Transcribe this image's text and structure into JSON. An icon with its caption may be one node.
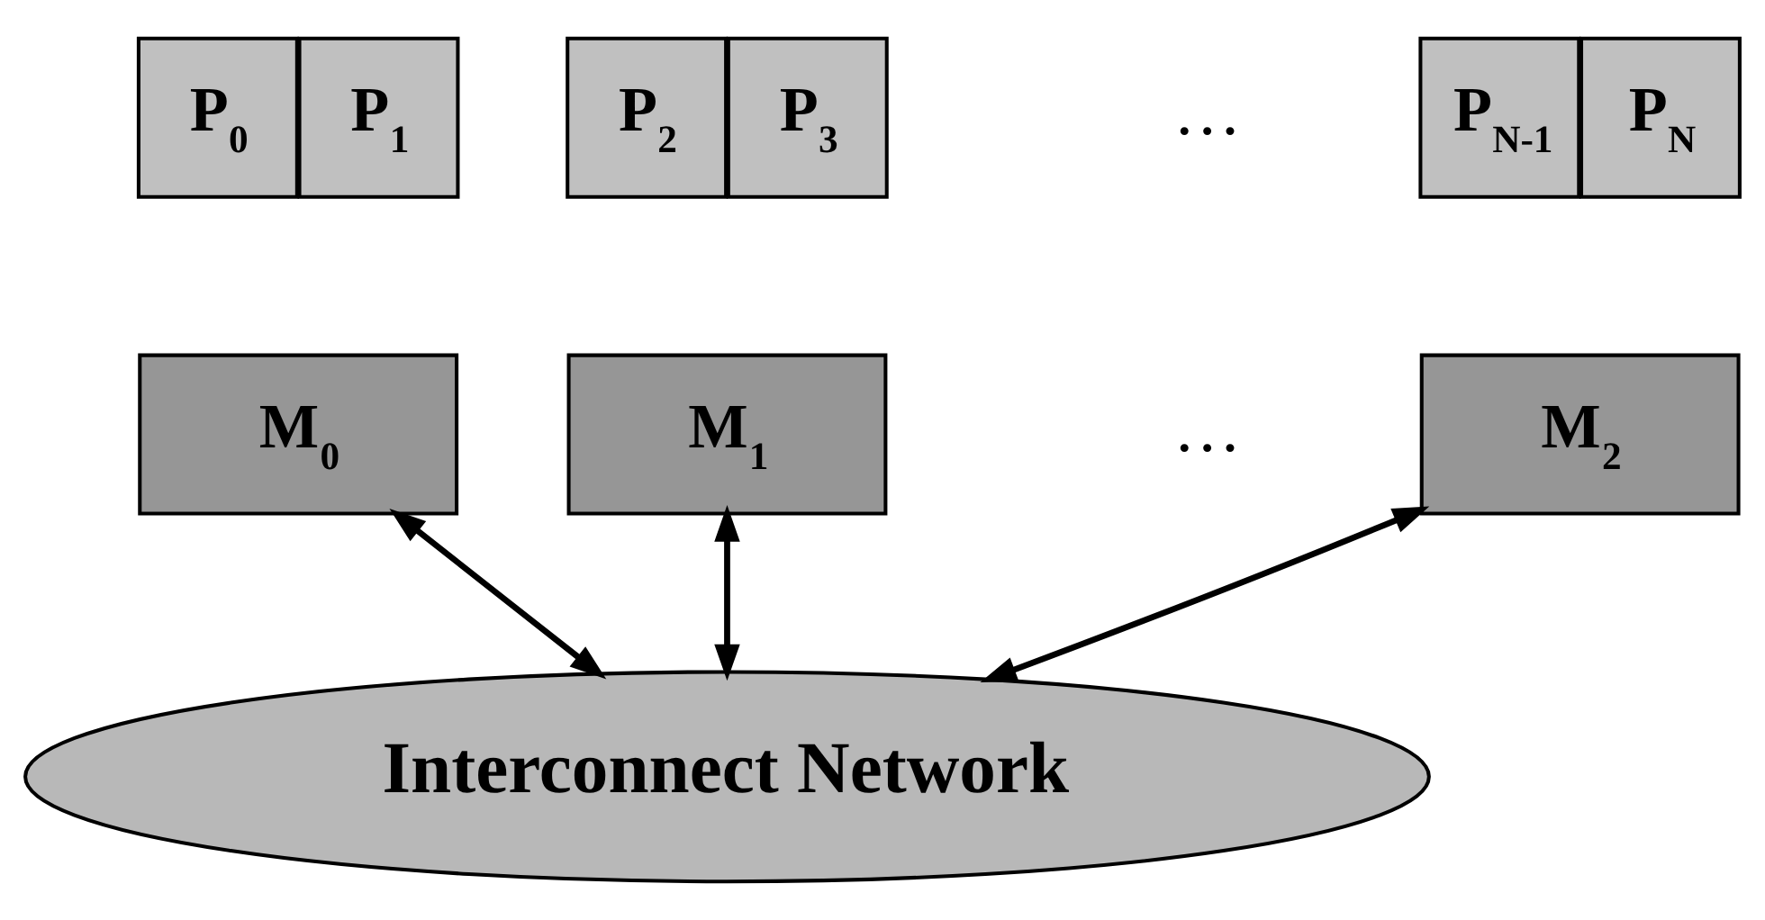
{
  "diagram": {
    "nodes": [
      {
        "text": [
          "P$_{0}$"
        ]
      },
      {
        "text": [
          "P$_{1}$"
        ]
      },
      {
        "text": [
          "M$_{0}$"
        ]
      },
      {
        "text": [
          "P$_{2}$"
        ]
      },
      {
        "text": [
          "P$_{3}$"
        ]
      },
      {
        "text": [
          "M$_{1}$"
        ]
      },
      {
        "text": [
          "P$_{N-1}$"
        ]
      },
      {
        "text": [
          "P$_{N}$"
        ]
      },
      {
        "text": [
          "M$_{2}$"
        ]
      },
      {
        "text": [
          "Interconnect Network"
        ]
      }
    ],
    "edges": [
      {
        "from": 2,
        "to": 9,
        "arrow": "both"
      },
      {
        "from": 5,
        "to": 9,
        "arrow": "both"
      },
      {
        "from": 8,
        "to": 9,
        "arrow": "both"
      }
    ],
    "labels": [
      "…",
      "…"
    ]
  }
}
